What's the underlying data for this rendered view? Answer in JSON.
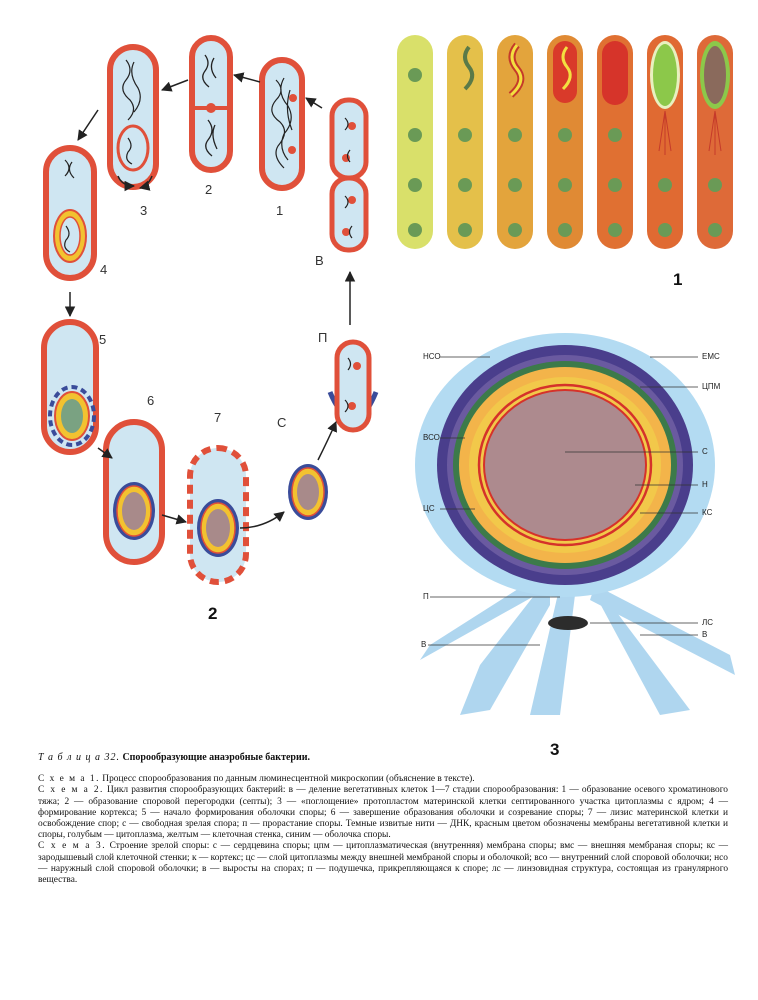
{
  "scheme2": {
    "number": "2",
    "stage_labels": {
      "s1": "1",
      "s2": "2",
      "s3": "3",
      "s4": "4",
      "s5": "5",
      "s6": "6",
      "s7": "7",
      "sv": "В",
      "sp": "П",
      "sc": "С"
    }
  },
  "scheme1": {
    "number": "1"
  },
  "scheme3": {
    "number": "3",
    "labels": {
      "nso": "НСО",
      "vso": "ВСО",
      "cs": "ЦС",
      "p_left": "П",
      "v_left": "В",
      "ems": "ЕМС",
      "cpm": "ЦПМ",
      "c": "С",
      "n": "Н",
      "ks": "КС",
      "ls": "ЛС",
      "v_right": "В"
    }
  },
  "caption": {
    "table_prefix": "Т а б л и ц а  32.",
    "table_title": "Спорообразующие анаэробные бактерии.",
    "s1_head": "С х е м а 1.",
    "s1_text": "Процесс спорообразования по данным люминесцентной микроскопии (объяснение в тексте).",
    "s2_head": "С х е м а 2.",
    "s2_text": "Цикл развития спорообразующих бактерий: в — деление вегетативных клеток 1—7 стадии спорообразования: 1 — образование осевого хроматинового тяжа; 2 — образование споровой перегородки (септы); 3 — «поглощение» протопластом материнской клетки септированного участка цитоплазмы с ядром; 4 — формирование кортекса; 5 — начало формирования оболочки споры; 6 — завершение образования оболочки и созревание споры; 7 — лизис материнской клетки и освобождение спор; с — свободная зрелая спора; п — прорастание споры. Темные извитые нити — ДНК, красным цветом обозначены мембраны вегетативной клетки и споры, голубым — цитоплазма, желтым — клеточная стенка, синим — оболочка споры.",
    "s3_head": "С х е м а 3.",
    "s3_text": "Строение зрелой споры: с — сердцевина споры; цпм — цитоплазматическая (внутренняя) мембрана споры; вмс — внешняя мембраная споры; кс — зародышевый слой клеточной стенки; к — кортекс; цс — слой цитоплазмы между внешней мембраной споры и оболочкой; всо — внутренний слой споровой оболочки; нсо — наружный слой споровой оболочки; в — выросты на спорах; п — подушечка, прикрепляющаяся к споре; лс — линзовидная структура, состоящая из гранулярного вещества."
  },
  "colors": {
    "membrane_red": "#e0503a",
    "cytoplasm_blue": "#cfe6f2",
    "wall_yellow": "#f2c230",
    "coat_blue": "#3a4c9a",
    "spore_core": "#a88a8a",
    "spore_green": "#6b9a6a"
  }
}
